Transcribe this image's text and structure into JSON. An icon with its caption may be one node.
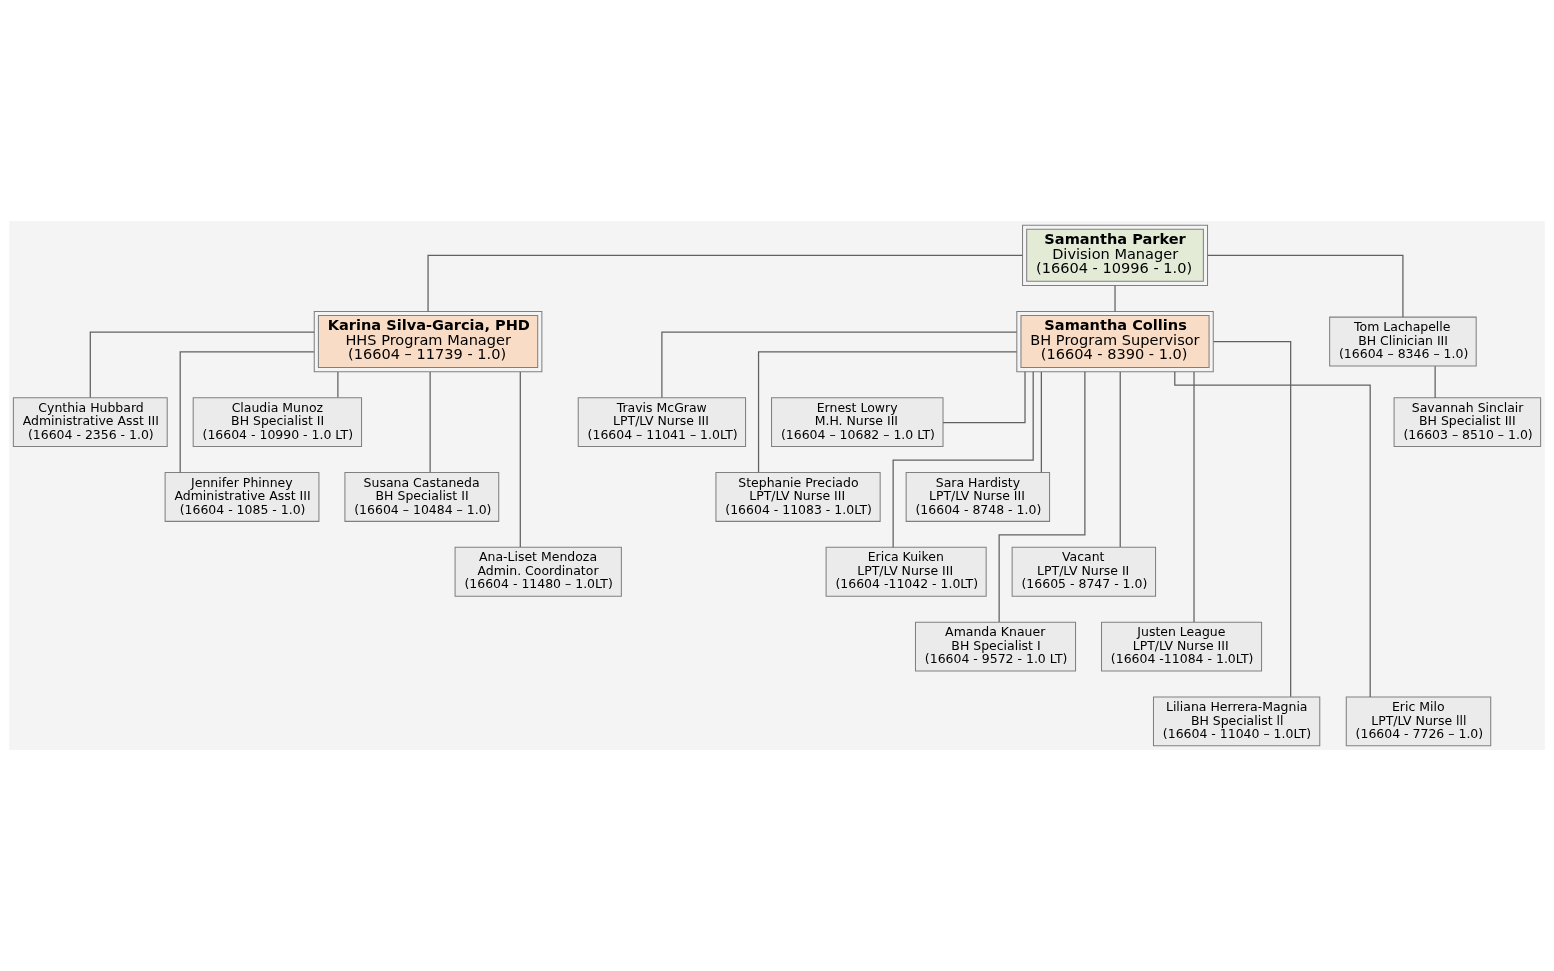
{
  "diagram": {
    "nodes": [
      {
        "text": [
          "Samantha Parker",
          "Division Manager",
          "(16604 - 10996 - 1.0)"
        ]
      },
      {
        "text": [
          "Karina Silva-Garcia, PHD",
          "HHS Program Manager",
          "(16604 – 11739 - 1.0)"
        ]
      },
      {
        "text": [
          "Samantha Collins",
          "BH Program Supervisor",
          "(16604 - 8390 - 1.0)"
        ]
      },
      {
        "text": [
          "Tom Lachapelle",
          "BH Clinician III",
          "(16604 – 8346 – 1.0)"
        ]
      },
      {
        "text": [
          "Cynthia Hubbard",
          "Administrative Asst III",
          "(16604 - 2356 - 1.0)"
        ]
      },
      {
        "text": [
          "Claudia Munoz",
          "BH Specialist II",
          "(16604 - 10990 - 1.0 LT)"
        ]
      },
      {
        "text": [
          "Jennifer Phinney",
          "Administrative Asst III",
          "(16604 - 1085 - 1.0)"
        ]
      },
      {
        "text": [
          "Susana Castaneda",
          "BH Specialist II",
          "(16604 – 10484 – 1.0)"
        ]
      },
      {
        "text": [
          "Ana-Liset Mendoza",
          "Admin. Coordinator",
          "(16604 - 11480 – 1.0LT)"
        ]
      },
      {
        "text": [
          "Travis McGraw",
          "LPT/LV Nurse III",
          "(16604 – 11041 – 1.0LT)"
        ]
      },
      {
        "text": [
          "Ernest Lowry",
          "M.H. Nurse III",
          "(16604 – 10682 – 1.0 LT)"
        ]
      },
      {
        "text": [
          "Stephanie Preciado",
          "LPT/LV Nurse III",
          "(16604 - 11083 - 1.0LT)"
        ]
      },
      {
        "text": [
          "Sara Hardisty",
          "LPT/LV Nurse III",
          "(16604 - 8748 - 1.0)"
        ]
      },
      {
        "text": [
          "Erica Kuiken",
          "LPT/LV Nurse III",
          "(16604 -11042 - 1.0LT)"
        ]
      },
      {
        "text": [
          "Vacant",
          "LPT/LV Nurse II",
          "(16605 - 8747 - 1.0)"
        ]
      },
      {
        "text": [
          "Amanda Knauer",
          "BH Specialist I",
          "(16604 - 9572 - 1.0 LT)"
        ]
      },
      {
        "text": [
          "Justen League",
          "LPT/LV Nurse III",
          "(16604 -11084 - 1.0LT)"
        ]
      },
      {
        "text": [
          "Liliana Herrera-Magnia",
          "BH Specialist ll",
          "(16604 - 11040 – 1.0LT)"
        ]
      },
      {
        "text": [
          "Eric Milo",
          "LPT/LV Nurse lll",
          "(16604 - 7726 – 1.0)"
        ]
      },
      {
        "text": [
          "Savannah Sinclair",
          "BH Specialist III",
          "(16603 – 8510 – 1.0)"
        ]
      }
    ],
    "edges": [
      {
        "from": 0,
        "to": 1,
        "arrow": "none"
      },
      {
        "from": 0,
        "to": 2,
        "arrow": "none"
      },
      {
        "from": 0,
        "to": 3,
        "arrow": "none"
      },
      {
        "from": 1,
        "to": 4,
        "arrow": "none"
      },
      {
        "from": 1,
        "to": 5,
        "arrow": "none"
      },
      {
        "from": 1,
        "to": 6,
        "arrow": "none"
      },
      {
        "from": 1,
        "to": 7,
        "arrow": "none"
      },
      {
        "from": 1,
        "to": 8,
        "arrow": "none"
      },
      {
        "from": 2,
        "to": 9,
        "arrow": "none"
      },
      {
        "from": 2,
        "to": 10,
        "arrow": "none"
      },
      {
        "from": 2,
        "to": 11,
        "arrow": "none"
      },
      {
        "from": 2,
        "to": 12,
        "arrow": "none"
      },
      {
        "from": 2,
        "to": 13,
        "arrow": "none"
      },
      {
        "from": 2,
        "to": 14,
        "arrow": "none"
      },
      {
        "from": 2,
        "to": 15,
        "arrow": "none"
      },
      {
        "from": 2,
        "to": 16,
        "arrow": "none"
      },
      {
        "from": 2,
        "to": 17,
        "arrow": "none"
      },
      {
        "from": 2,
        "to": 18,
        "arrow": "none"
      },
      {
        "from": 3,
        "to": 19,
        "arrow": "none"
      }
    ]
  }
}
